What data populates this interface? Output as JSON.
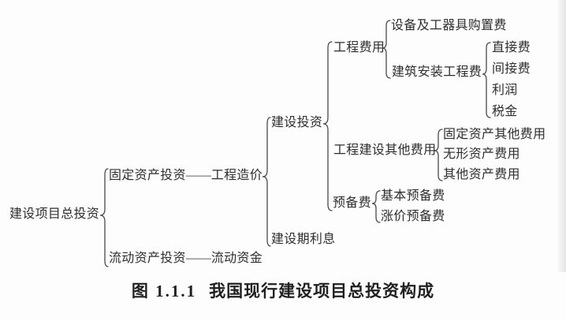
{
  "figure": {
    "caption_label": "图 1.1.1",
    "caption_title": "我国现行建设项目总投资构成"
  },
  "tree": {
    "label": "建设项目总投资",
    "children": [
      {
        "label": "固定资产投资",
        "connector": "——",
        "equivalent": "工程造价",
        "children": [
          {
            "label": "建设投资",
            "children": [
              {
                "label": "工程费用",
                "children": [
                  {
                    "label": "设备及工器具购置费"
                  },
                  {
                    "label": "建筑安装工程费",
                    "children": [
                      {
                        "label": "直接费"
                      },
                      {
                        "label": "间接费"
                      },
                      {
                        "label": "利润"
                      },
                      {
                        "label": "税金"
                      }
                    ]
                  }
                ]
              },
              {
                "label": "工程建设其他费用",
                "children": [
                  {
                    "label": "固定资产其他费用"
                  },
                  {
                    "label": "无形资产费用"
                  },
                  {
                    "label": "其他资产费用"
                  }
                ]
              },
              {
                "label": "预备费",
                "children": [
                  {
                    "label": "基本预备费"
                  },
                  {
                    "label": "涨价预备费"
                  }
                ]
              }
            ]
          },
          {
            "label": "建设期利息"
          }
        ]
      },
      {
        "label": "流动资产投资",
        "connector": "——",
        "equivalent": "流动资金"
      }
    ]
  }
}
